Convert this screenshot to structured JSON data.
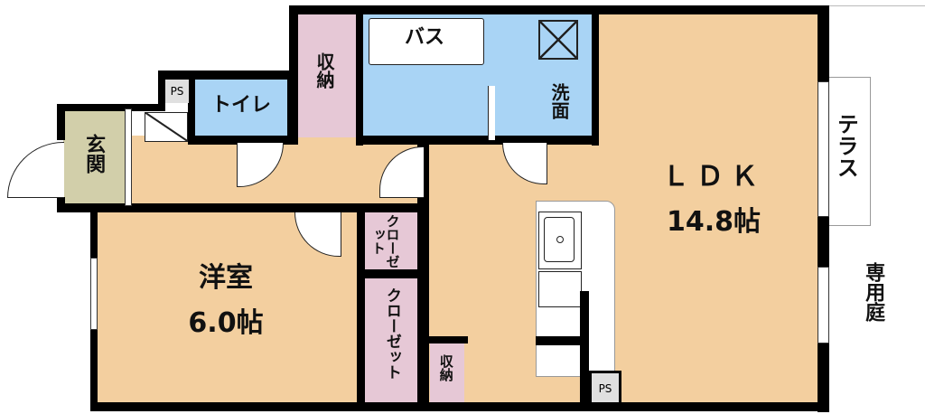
{
  "rooms": {
    "ldk": {
      "name": "ＬＤＫ",
      "size": "14.8帖"
    },
    "western": {
      "name": "洋室",
      "size": "6.0帖"
    },
    "entrance": "玄関",
    "toilet": "トイレ",
    "bath": "バス",
    "washroom": "洗面",
    "storage_top": "収納",
    "storage_bottom": "収納",
    "closet_small": "クローゼット",
    "closet_large": "クローゼット",
    "ps_top": "PS",
    "ps_bottom": "PS",
    "terrace": "テラス",
    "private_garden": "専用庭"
  },
  "colors": {
    "floor": "#f3cf9f",
    "wet": "#a9d4f5",
    "storage": "#e6c8d6",
    "entrance": "#d2cfaa",
    "ps": "#e0e0e0",
    "wall": "#000000"
  }
}
